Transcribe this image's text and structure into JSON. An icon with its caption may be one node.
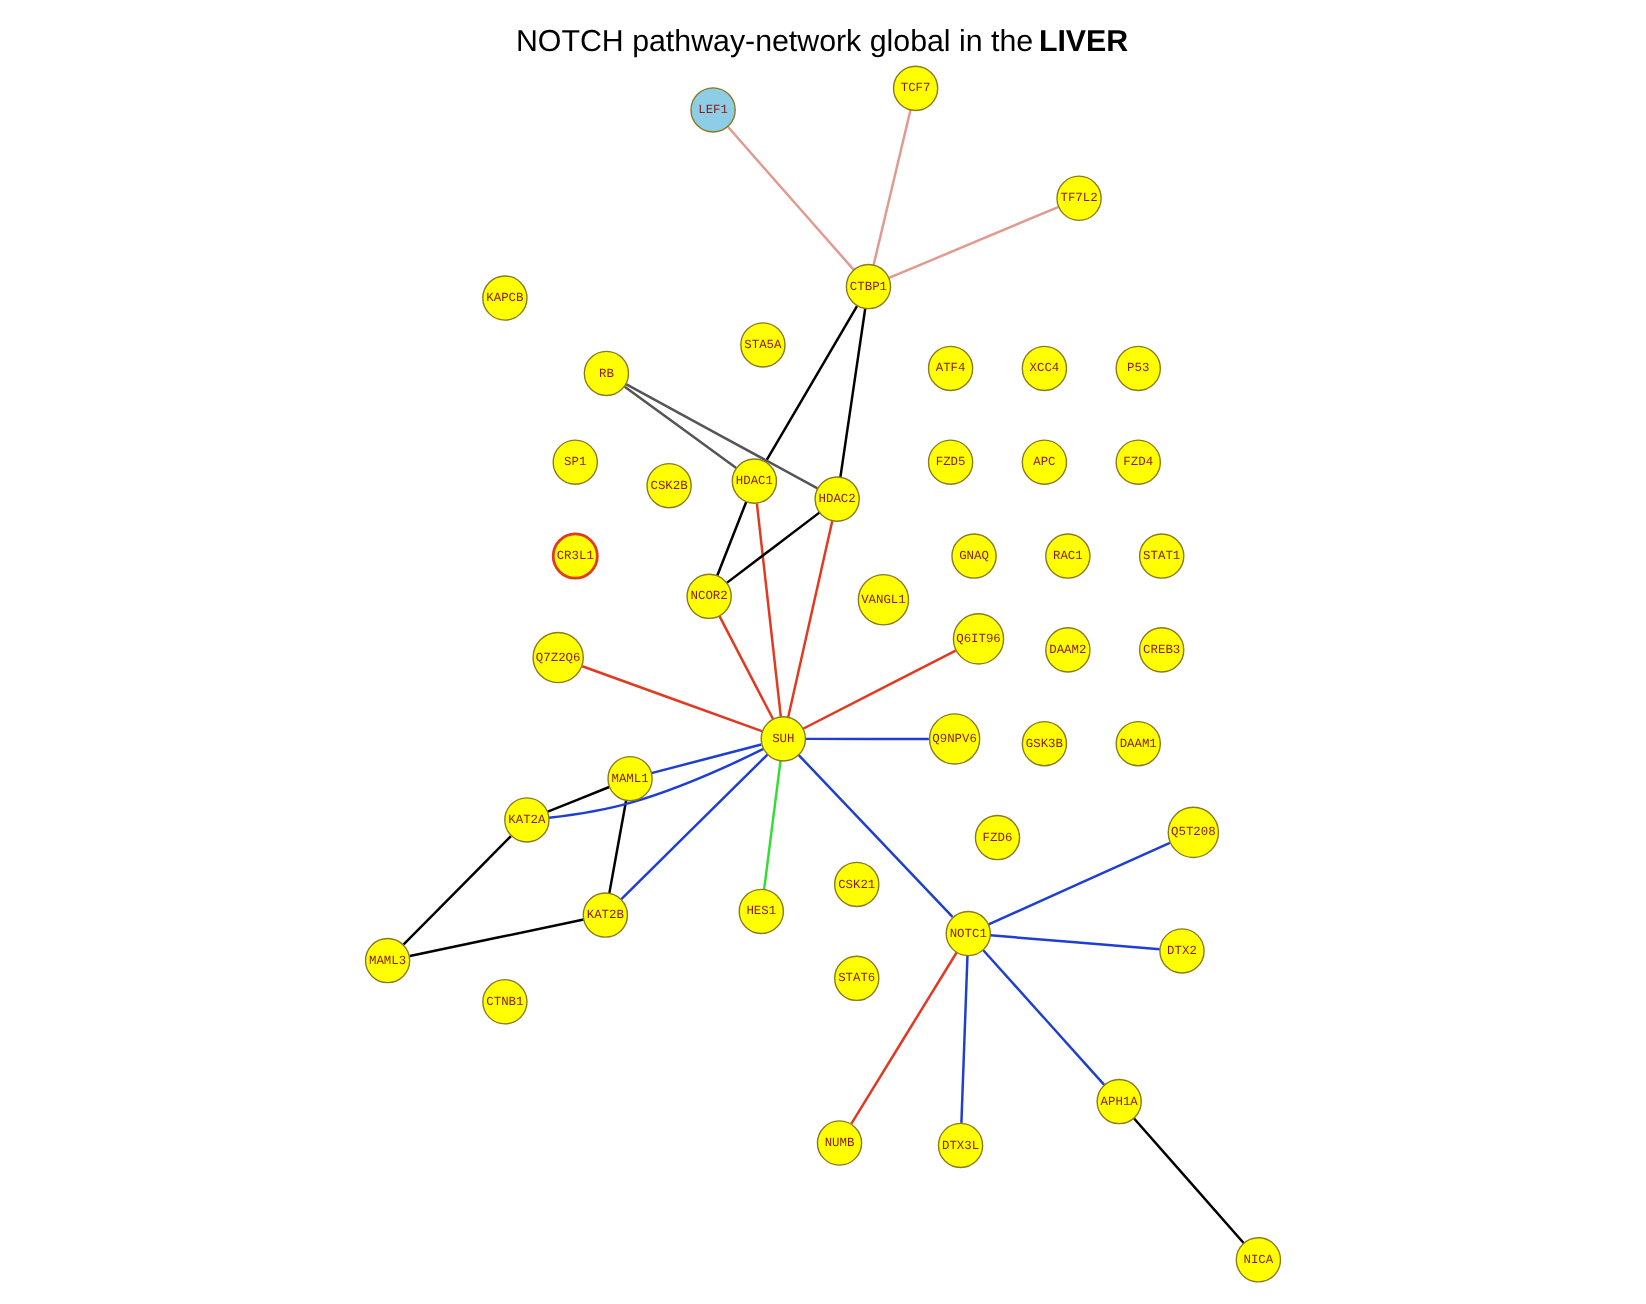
{
  "diagram": {
    "title": "NOTCH pathway-network global in the **LIVER**",
    "nodes": [
      {
        "text": [
          "GNAQ"
        ]
      },
      {
        "text": [
          "FZD6"
        ]
      },
      {
        "text": [
          "GSK3B"
        ]
      },
      {
        "text": [
          "APC"
        ]
      },
      {
        "text": [
          "FZD5"
        ]
      },
      {
        "text": [
          "CSK2B"
        ]
      },
      {
        "text": [
          "DAAM2"
        ]
      },
      {
        "text": [
          "RAC1"
        ]
      },
      {
        "text": [
          "CSK21"
        ]
      },
      {
        "text": [
          "DAAM1"
        ]
      },
      {
        "text": [
          "FZD4"
        ]
      },
      {
        "text": [
          "VANGL1"
        ]
      },
      {
        "text": [
          "P53"
        ]
      },
      {
        "text": [
          "XCC4"
        ]
      },
      {
        "text": [
          "ATF4"
        ]
      },
      {
        "text": [
          "SP1"
        ]
      },
      {
        "text": [
          "CR3L1"
        ]
      },
      {
        "text": [
          "CREB3"
        ]
      },
      {
        "text": [
          "KAT2A"
        ]
      },
      {
        "text": [
          "KAT2B"
        ]
      },
      {
        "text": [
          "MAML3"
        ]
      },
      {
        "text": [
          "MAML1"
        ]
      },
      {
        "text": [
          "STAT1"
        ]
      },
      {
        "text": [
          "STA5A"
        ]
      },
      {
        "text": [
          "STAT6"
        ]
      },
      {
        "text": [
          "Q9NPV6"
        ]
      },
      {
        "text": [
          "NUMB"
        ]
      },
      {
        "text": [
          "NOTC1"
        ]
      },
      {
        "text": [
          "SUH"
        ]
      },
      {
        "text": [
          "HES1"
        ]
      },
      {
        "text": [
          "DTX2"
        ]
      },
      {
        "text": [
          "DTX3L"
        ]
      },
      {
        "text": [
          "APH1A"
        ]
      },
      {
        "text": [
          "NICA"
        ]
      },
      {
        "text": [
          "Q5T208"
        ]
      },
      {
        "text": [
          "KAPCB"
        ]
      },
      {
        "text": [
          "CTNB1"
        ]
      },
      {
        "text": [
          "Q6IT96"
        ]
      },
      {
        "text": [
          "HDAC1"
        ]
      },
      {
        "text": [
          "HDAC2"
        ]
      },
      {
        "text": [
          "Q7Z2Q6"
        ]
      },
      {
        "text": [
          "CTBP1"
        ]
      },
      {
        "text": [
          "NCOR2"
        ]
      },
      {
        "text": [
          "RB"
        ]
      },
      {
        "text": [
          "LEF1"
        ]
      },
      {
        "text": [
          "TCF7"
        ]
      },
      {
        "text": [
          "TF7L2"
        ]
      }
    ],
    "edges": [
      {
        "from": 18,
        "to": 20,
        "arrow": "none",
        "color": "#000000"
      },
      {
        "from": 18,
        "to": 21,
        "arrow": "none",
        "color": "#000000"
      },
      {
        "from": 19,
        "to": 20,
        "arrow": "none",
        "color": "#000000"
      },
      {
        "from": 19,
        "to": 21,
        "arrow": "none",
        "color": "#000000"
      },
      {
        "from": 28,
        "to": 25,
        "arrow": "none",
        "color": "#1f3fd0"
      },
      {
        "from": 28,
        "to": 18,
        "arrow": "none",
        "color": "#1f3fd0"
      },
      {
        "from": 28,
        "to": 19,
        "arrow": "none",
        "color": "#1f3fd0"
      },
      {
        "from": 28,
        "to": 21,
        "arrow": "none",
        "color": "#1f3fd0"
      },
      {
        "from": 28,
        "to": 29,
        "arrow": "none",
        "color": "#33dd33"
      },
      {
        "from": 27,
        "to": 26,
        "arrow": "none",
        "color": "#e03a20"
      },
      {
        "from": 27,
        "to": 28,
        "arrow": "none",
        "color": "#1f3fd0"
      },
      {
        "from": 27,
        "to": 30,
        "arrow": "none",
        "color": "#1f3fd0"
      },
      {
        "from": 27,
        "to": 31,
        "arrow": "none",
        "color": "#1f3fd0"
      },
      {
        "from": 27,
        "to": 32,
        "arrow": "none",
        "color": "#1f3fd0"
      },
      {
        "from": 27,
        "to": 34,
        "arrow": "none",
        "color": "#1f3fd0"
      },
      {
        "from": 32,
        "to": 33,
        "arrow": "none",
        "color": "#000000"
      },
      {
        "from": 28,
        "to": 37,
        "arrow": "none",
        "color": "#e03a20"
      },
      {
        "from": 28,
        "to": 40,
        "arrow": "none",
        "color": "#e03a20"
      },
      {
        "from": 28,
        "to": 39,
        "arrow": "none",
        "color": "#e03a20"
      },
      {
        "from": 28,
        "to": 38,
        "arrow": "none",
        "color": "#e03a20"
      },
      {
        "from": 28,
        "to": 42,
        "arrow": "none",
        "color": "#e03a20"
      },
      {
        "from": 38,
        "to": 41,
        "arrow": "none",
        "color": "#000000"
      },
      {
        "from": 38,
        "to": 42,
        "arrow": "none",
        "color": "#000000"
      },
      {
        "from": 39,
        "to": 41,
        "arrow": "none",
        "color": "#000000"
      },
      {
        "from": 39,
        "to": 42,
        "arrow": "none",
        "color": "#000000"
      },
      {
        "from": 38,
        "to": 43,
        "arrow": "none",
        "color": "#555555"
      },
      {
        "from": 39,
        "to": 43,
        "arrow": "none",
        "color": "#555555"
      },
      {
        "from": 41,
        "to": 44,
        "arrow": "none",
        "color": "#e09a90"
      },
      {
        "from": 41,
        "to": 45,
        "arrow": "none",
        "color": "#e09a90"
      },
      {
        "from": 41,
        "to": 46,
        "arrow": "none",
        "color": "#e09a90"
      }
    ]
  }
}
